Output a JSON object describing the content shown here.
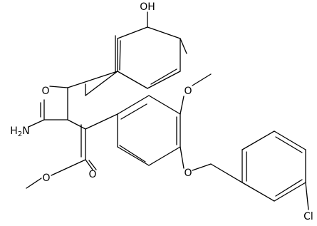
{
  "diagram": {
    "type": "chemical-structure",
    "labels": {
      "hydroxyl": "OH",
      "ring_oxygen": "O",
      "amino": "H2N",
      "carbonyl_oxygen": "O",
      "ester_oxygen": "O",
      "methoxy_oxygen": "O",
      "ether_oxygen": "O",
      "chlorine": "Cl"
    }
  },
  "colors": {
    "ink": "#000000",
    "background": "#ffffff"
  }
}
